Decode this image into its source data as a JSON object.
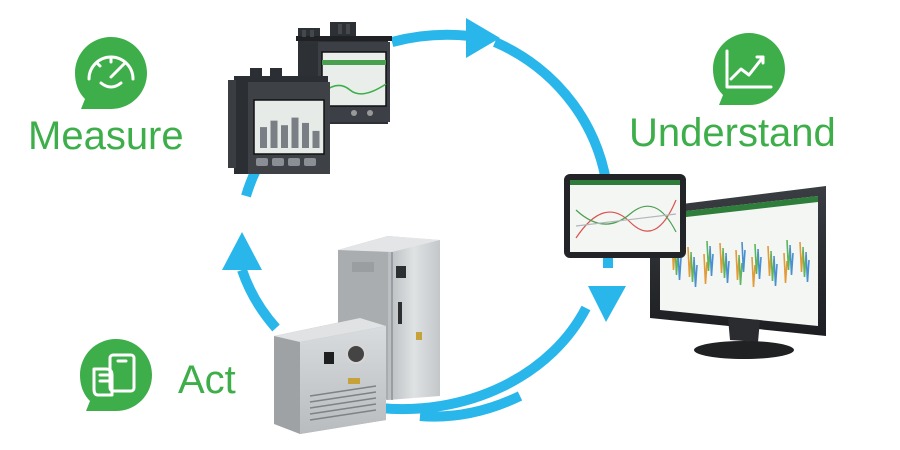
{
  "cycle": {
    "steps": [
      {
        "id": "measure",
        "label": "Measure",
        "icon": "gauge-icon"
      },
      {
        "id": "understand",
        "label": "Understand",
        "icon": "trend-chart-icon"
      },
      {
        "id": "act",
        "label": "Act",
        "icon": "hand-tablet-icon"
      }
    ],
    "colors": {
      "arrow": "#29b6ea",
      "accent": "#3dae4a",
      "device_body": "#3a3d42",
      "cabinet": "#cfd2d4"
    }
  },
  "devices": {
    "meter_front": {
      "icon": "power-meter-icon",
      "bar_levels": [
        0.55,
        0.72,
        0.6,
        0.8,
        0.66,
        0.45
      ]
    },
    "meter_back": {
      "icon": "power-meter-icon"
    },
    "tablet": {
      "icon": "tablet-dashboard-icon"
    },
    "monitor": {
      "icon": "monitor-dashboard-icon"
    },
    "cabinet_large": {
      "icon": "electrical-cabinet-icon"
    },
    "cabinet_small": {
      "icon": "control-panel-icon"
    }
  }
}
